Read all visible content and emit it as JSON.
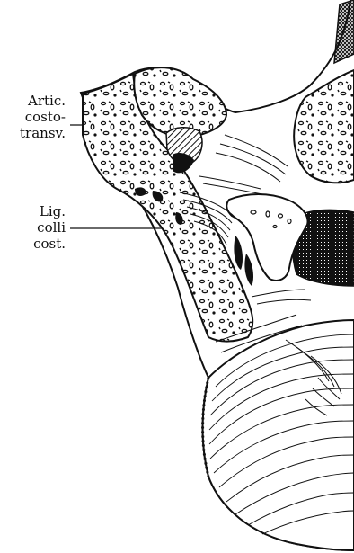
{
  "labels": {
    "artic": [
      "Artic.",
      "costo-",
      "transv."
    ],
    "lig": [
      "Lig.",
      "colli",
      "cost."
    ]
  }
}
